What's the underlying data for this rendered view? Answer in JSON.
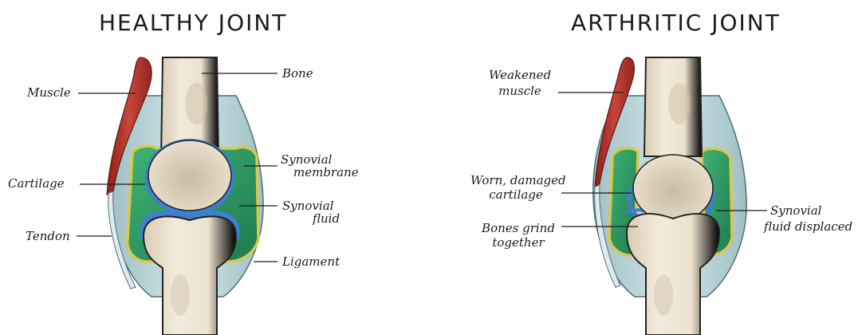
{
  "healthy": {
    "title": "HEALTHY JOINT",
    "labels": {
      "muscle": "Muscle",
      "bone": "Bone",
      "synovial_membrane_1": "Synovial",
      "synovial_membrane_2": "membrane",
      "cartilage": "Cartilage",
      "synovial_fluid_1": "Synovial",
      "synovial_fluid_2": "fluid",
      "tendon": "Tendon",
      "ligament": "Ligament"
    }
  },
  "arthritic": {
    "title": "ARTHRITIC JOINT",
    "labels": {
      "weakened_1": "Weakened",
      "weakened_2": "muscle",
      "worn_1": "Worn, damaged",
      "worn_2": "cartilage",
      "grind_1": "Bones grind",
      "grind_2": "together",
      "displaced_1": "Synovial",
      "displaced_2": "fluid displaced"
    }
  },
  "colors": {
    "bone": "#efe6d4",
    "bone_shade": "#cfc2ac",
    "muscle": "#b2322b",
    "capsule": "#b8d3d8",
    "capsule_edge": "#4f6f78",
    "fluid": "#2f9a63",
    "fluid_dark": "#1f6d45",
    "membrane": "#d9c94a",
    "cartilage": "#3d7fd0"
  }
}
